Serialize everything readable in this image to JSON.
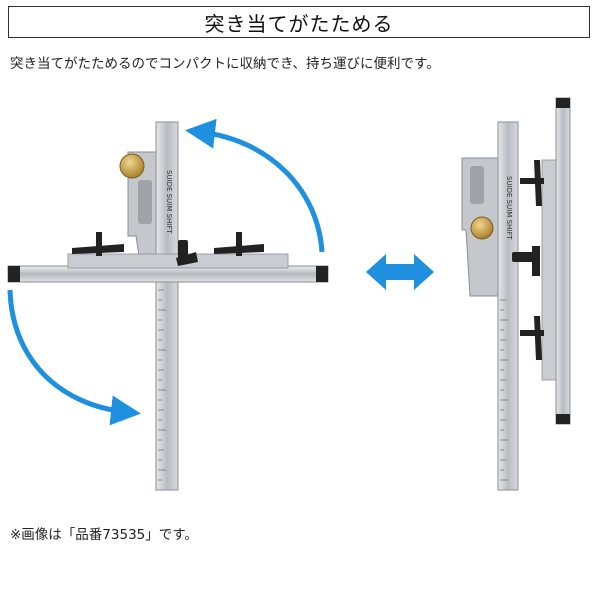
{
  "title": "突き当てがたためる",
  "subtitle": "突き当てがたためるのでコンパクトに収納でき、持ち運びに便利です。",
  "ruler_brand_text": "SUIDE SUIM SHIFT",
  "note": "※画像は「品番73535」です。",
  "colors": {
    "arrow_blue": "#1f8fe0",
    "knob_brass": "#c9a24a",
    "metal": "#b9bec3",
    "handle_black": "#222222"
  },
  "icons": {
    "rotate_up": "curved-arrow-icon",
    "rotate_down": "curved-arrow-icon",
    "compare": "double-arrow-icon"
  }
}
